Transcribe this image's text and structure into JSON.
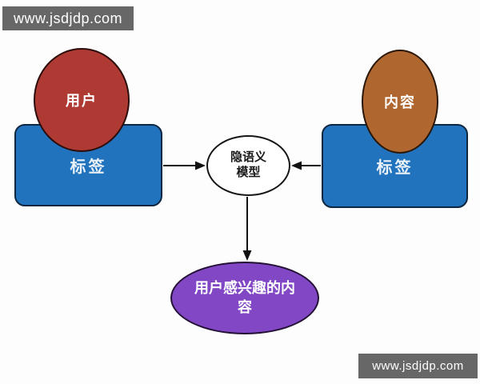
{
  "watermarks": {
    "top_left": "www.jsdjdp.com",
    "bottom_right": "www.jsdjdp.com"
  },
  "diagram": {
    "nodes": {
      "user": {
        "label": "用户",
        "shape": "ellipse",
        "fill": "#af3a34",
        "text_color": "#ffffff"
      },
      "user_tags": {
        "label": "标签",
        "shape": "rounded-rect",
        "fill": "#2273be",
        "text_color": "#e9f1f9"
      },
      "content": {
        "label": "内容",
        "shape": "ellipse",
        "fill": "#b0662f",
        "text_color": "#ffffff"
      },
      "content_tags": {
        "label": "标签",
        "shape": "rounded-rect",
        "fill": "#2273be",
        "text_color": "#e9f1f9"
      },
      "model": {
        "label": "隐语义模型",
        "shape": "ellipse",
        "fill": "#ffffff",
        "text_color": "#1a1a1a"
      },
      "result": {
        "label": "用户感兴趣的内容",
        "shape": "ellipse",
        "fill": "#8147c4",
        "text_color": "#ffffff"
      }
    },
    "connections": [
      {
        "from": "user_tags",
        "to": "model",
        "arrow": "right"
      },
      {
        "from": "content_tags",
        "to": "model",
        "arrow": "left"
      },
      {
        "from": "model",
        "to": "result",
        "arrow": "down"
      }
    ],
    "colors": {
      "tag_blue": "#2273be",
      "user_red": "#af3a34",
      "content_brown": "#b0662f",
      "result_purple": "#8147c4",
      "watermark_gray": "#676767",
      "arrow_black": "#111111",
      "background": "#fdfdfd"
    }
  }
}
